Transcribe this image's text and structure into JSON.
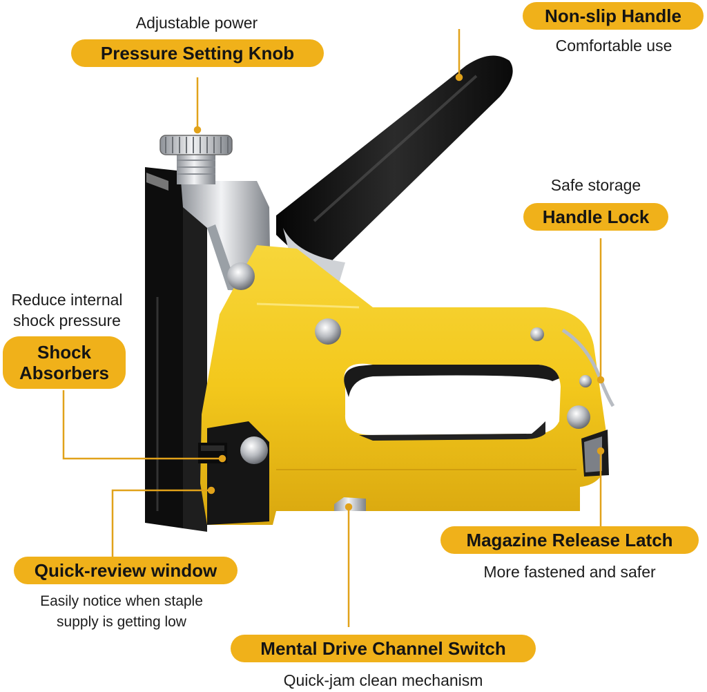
{
  "callouts": {
    "pressure_knob": {
      "caption": "Adjustable power",
      "label": "Pressure Setting Knob"
    },
    "non_slip_handle": {
      "label": "Non-slip Handle",
      "caption": "Comfortable use"
    },
    "handle_lock": {
      "caption": "Safe storage",
      "label": "Handle Lock"
    },
    "shock_absorbers": {
      "caption_line1": "Reduce internal",
      "caption_line2": "shock pressure",
      "label_line1": "Shock",
      "label_line2": "Absorbers"
    },
    "quick_review": {
      "label": "Quick-review window",
      "caption_line1": "Easily notice when staple",
      "caption_line2": "supply is getting low"
    },
    "magazine_latch": {
      "label": "Magazine Release Latch",
      "caption": "More fastened and safer"
    },
    "drive_channel": {
      "label": "Mental Drive Channel Switch",
      "caption": "Quick-jam clean mechanism"
    }
  },
  "colors": {
    "accent": "#f0b11a",
    "body_yellow": "#f5cf1f",
    "handle_black": "#141414",
    "chrome": "#c9ccd1"
  }
}
